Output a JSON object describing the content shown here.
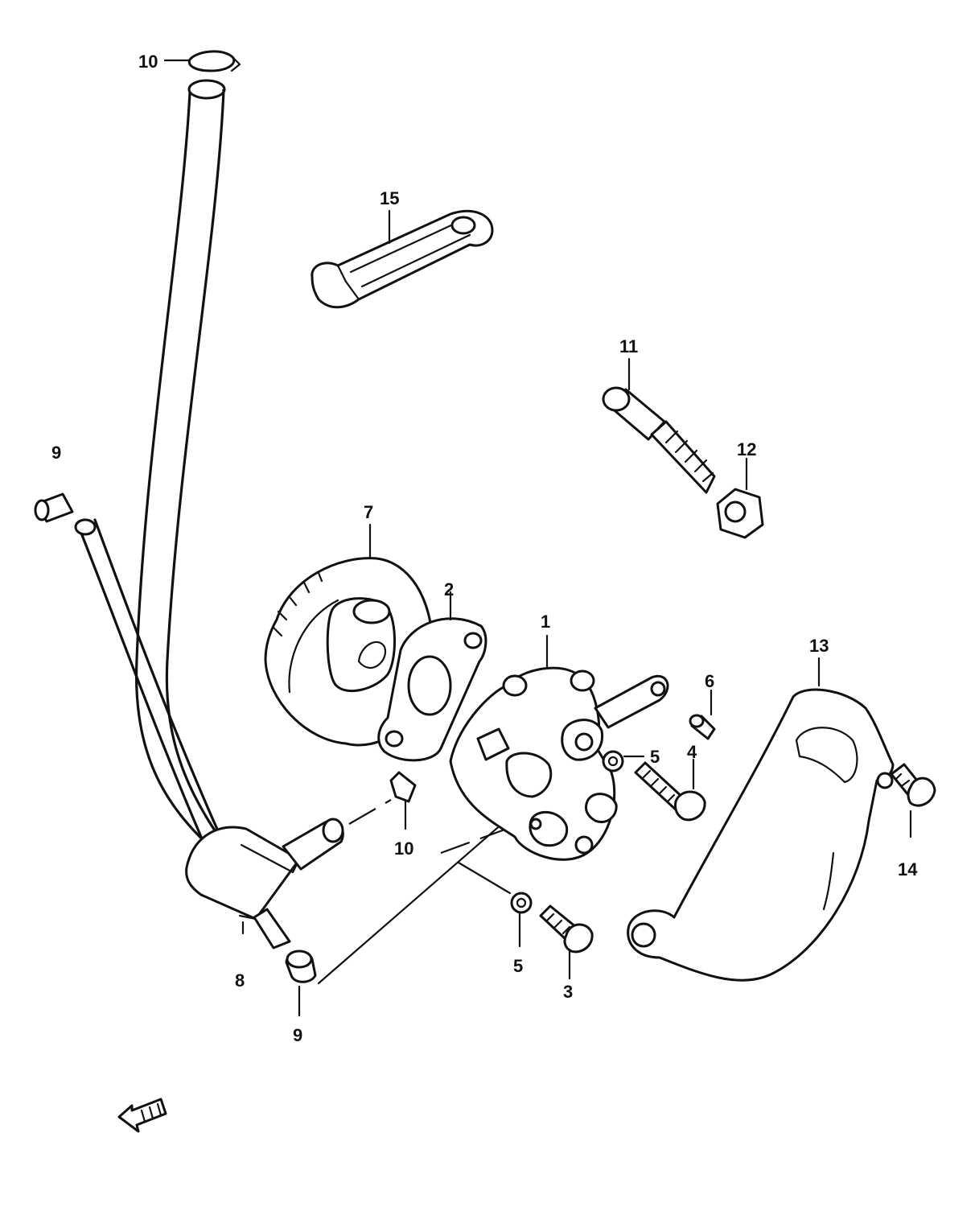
{
  "callouts": {
    "c1": "1",
    "c2": "2",
    "c3": "3",
    "c4": "4",
    "c5a": "5",
    "c5b": "5",
    "c6": "6",
    "c7": "7",
    "c8": "8",
    "c9a": "9",
    "c9b": "9",
    "c10a": "10",
    "c10b": "10",
    "c11": "11",
    "c12": "12",
    "c13": "13",
    "c14": "14",
    "c15": "15"
  },
  "icons": {
    "front_arrow": "front-direction-arrow-icon"
  },
  "colors": {
    "ink": "#111111",
    "background": "#ffffff"
  }
}
